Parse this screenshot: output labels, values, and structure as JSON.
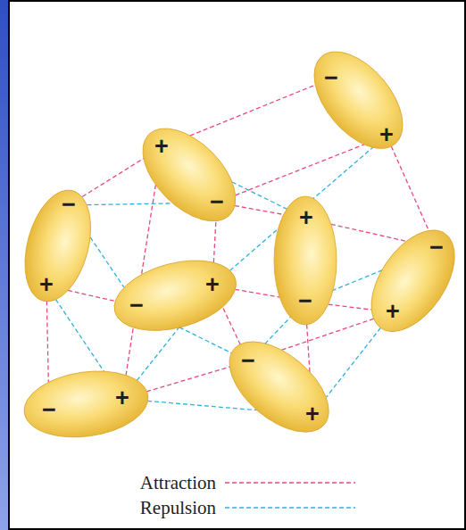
{
  "diagram": {
    "nodes": [
      {
        "text": [
          "−",
          "+"
        ]
      },
      {
        "text": [
          "+",
          "−"
        ]
      },
      {
        "text": [
          "−",
          "+"
        ]
      },
      {
        "text": [
          "+",
          "−"
        ]
      },
      {
        "text": [
          "−",
          "+"
        ]
      },
      {
        "text": [
          "−",
          "+"
        ]
      },
      {
        "text": [
          "−",
          "+"
        ]
      },
      {
        "text": [
          "−",
          "+"
        ]
      }
    ],
    "edges": [
      {
        "from": 1,
        "to": 0,
        "arrow": "none"
      },
      {
        "from": 1,
        "to": 0,
        "arrow": "none"
      },
      {
        "from": 0,
        "to": 4,
        "arrow": "none"
      },
      {
        "from": 2,
        "to": 1,
        "arrow": "none"
      },
      {
        "from": 2,
        "to": 5,
        "arrow": "none"
      },
      {
        "from": 2,
        "to": 7,
        "arrow": "none"
      },
      {
        "from": 1,
        "to": 5,
        "arrow": "none"
      },
      {
        "from": 1,
        "to": 3,
        "arrow": "none"
      },
      {
        "from": 5,
        "to": 3,
        "arrow": "none"
      },
      {
        "from": 3,
        "to": 4,
        "arrow": "none"
      },
      {
        "from": 3,
        "to": 4,
        "arrow": "none"
      },
      {
        "from": 5,
        "to": 1,
        "arrow": "none"
      },
      {
        "from": 7,
        "to": 5,
        "arrow": "none"
      },
      {
        "from": 7,
        "to": 6,
        "arrow": "none"
      },
      {
        "from": 6,
        "to": 5,
        "arrow": "none"
      },
      {
        "from": 6,
        "to": 3,
        "arrow": "none"
      },
      {
        "from": 4,
        "to": 6,
        "arrow": "none"
      },
      {
        "from": 5,
        "to": 0,
        "arrow": "none"
      },
      {
        "from": 2,
        "to": 1,
        "arrow": "none"
      },
      {
        "from": 2,
        "to": 5,
        "arrow": "none"
      },
      {
        "from": 2,
        "to": 7,
        "arrow": "none"
      },
      {
        "from": 7,
        "to": 6,
        "arrow": "none"
      },
      {
        "from": 5,
        "to": 6,
        "arrow": "none"
      },
      {
        "from": 6,
        "to": 3,
        "arrow": "none"
      },
      {
        "from": 4,
        "to": 3,
        "arrow": "none"
      },
      {
        "from": 4,
        "to": 6,
        "arrow": "none"
      },
      {
        "from": 1,
        "to": 3,
        "arrow": "none"
      },
      {
        "from": 7,
        "to": 5,
        "arrow": "none"
      }
    ],
    "legend": [
      {
        "text": "Attraction"
      },
      {
        "text": "Repulsion"
      }
    ]
  }
}
